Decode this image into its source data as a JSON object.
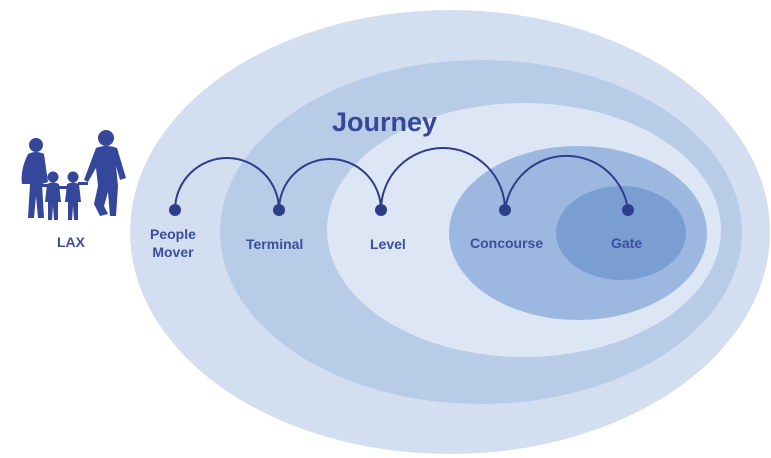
{
  "title": "Journey",
  "traveler_label": "LAX",
  "stages": [
    {
      "label": "People Mover",
      "lines": [
        "People",
        "Mover"
      ]
    },
    {
      "label": "Terminal"
    },
    {
      "label": "Level"
    },
    {
      "label": "Concourse"
    },
    {
      "label": "Gate"
    }
  ],
  "colors": {
    "ring_outer": "#d3def0",
    "ring_2": "#b8cce8",
    "ring_3": "#dde6f4",
    "ring_4": "#9db8e0",
    "ring_core": "#7a9dd2",
    "accent": "#2c3e8a",
    "text": "#3b4f9a"
  },
  "icons": {
    "family": "family-silhouette-icon"
  }
}
